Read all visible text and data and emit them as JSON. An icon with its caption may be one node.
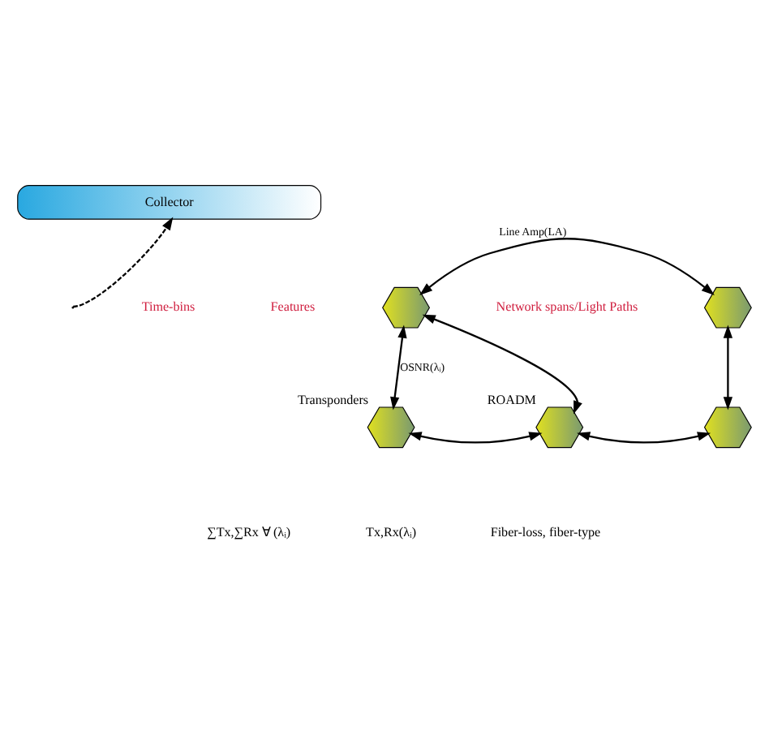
{
  "diagram": {
    "nodes": [
      {
        "text": [
          "Collector"
        ]
      },
      {
        "text": [],
        "shape": "hexagon"
      },
      {
        "text": [],
        "shape": "hexagon"
      },
      {
        "text": [],
        "shape": "hexagon",
        "beside": [
          "Transponders"
        ]
      },
      {
        "text": [],
        "shape": "hexagon",
        "beside": [
          "ROADM"
        ]
      },
      {
        "text": [],
        "shape": "hexagon"
      }
    ],
    "edges": [
      {
        "from": null,
        "to": 0,
        "arrow": "to",
        "style": "dashed"
      },
      {
        "from": 1,
        "to": 2,
        "arrow": "both",
        "label": "Line Amp(LA)"
      },
      {
        "from": 1,
        "to": 3,
        "arrow": "both",
        "label": "OSNR(λᵢ)"
      },
      {
        "from": 1,
        "to": 4,
        "arrow": "both"
      },
      {
        "from": 3,
        "to": 4,
        "arrow": "both"
      },
      {
        "from": 4,
        "to": 5,
        "arrow": "both"
      },
      {
        "from": 2,
        "to": 5,
        "arrow": "both"
      }
    ],
    "labels": [
      "Time-bins",
      "Features",
      "Network spans/Light Paths",
      "∑Tx,∑Rx ∀ (λᵢ)",
      "Tx,Rx(λᵢ)",
      "Fiber-loss, fiber-type"
    ]
  }
}
